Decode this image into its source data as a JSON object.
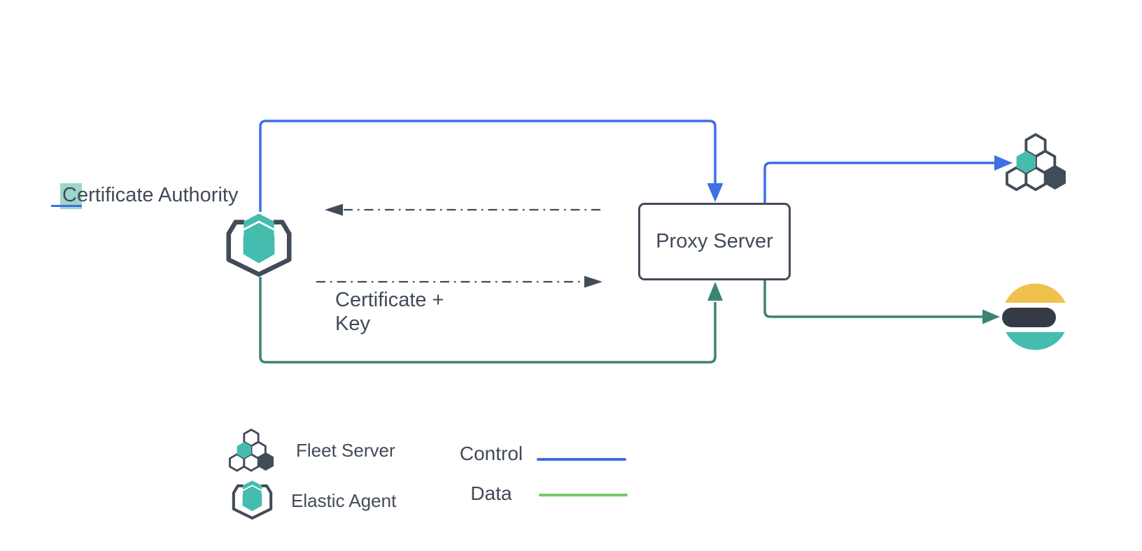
{
  "diagram": {
    "certificate_authority_label": "Certificate Authority",
    "proxy_server_label": "Proxy Server",
    "certificate_key_label": "Certificate + Key",
    "flows": [
      {
        "type": "control",
        "from": "elastic-agent",
        "to": "proxy-server"
      },
      {
        "type": "control",
        "from": "proxy-server",
        "to": "fleet-server"
      },
      {
        "type": "data",
        "from": "elastic-agent",
        "to": "proxy-server"
      },
      {
        "type": "data",
        "from": "proxy-server",
        "to": "elasticsearch"
      },
      {
        "type": "certificate-exchange",
        "from": "proxy-server",
        "to": "elastic-agent",
        "style": "dash-dot"
      },
      {
        "type": "certificate-exchange",
        "from": "elastic-agent",
        "to": "proxy-server",
        "style": "dash-dot"
      }
    ]
  },
  "legend": {
    "items": [
      {
        "icon": "fleet-server-icon",
        "label": "Fleet Server"
      },
      {
        "icon": "elastic-agent-icon",
        "label": "Elastic Agent"
      }
    ],
    "lines": [
      {
        "label": "Control",
        "color_key": "control_blue"
      },
      {
        "label": "Data",
        "color_key": "data_green_legend"
      }
    ]
  },
  "colors": {
    "background": "#FFFFFF",
    "control_blue": "#3D6FE5",
    "data_green": "#3A8471",
    "data_green_legend": "#7CC66E",
    "teal": "#44BCAE",
    "slate": "#424B58",
    "text": "#414B57",
    "es_yellow": "#F0C14D",
    "es_dark": "#343B47",
    "highlight": "#9FD4CB"
  }
}
